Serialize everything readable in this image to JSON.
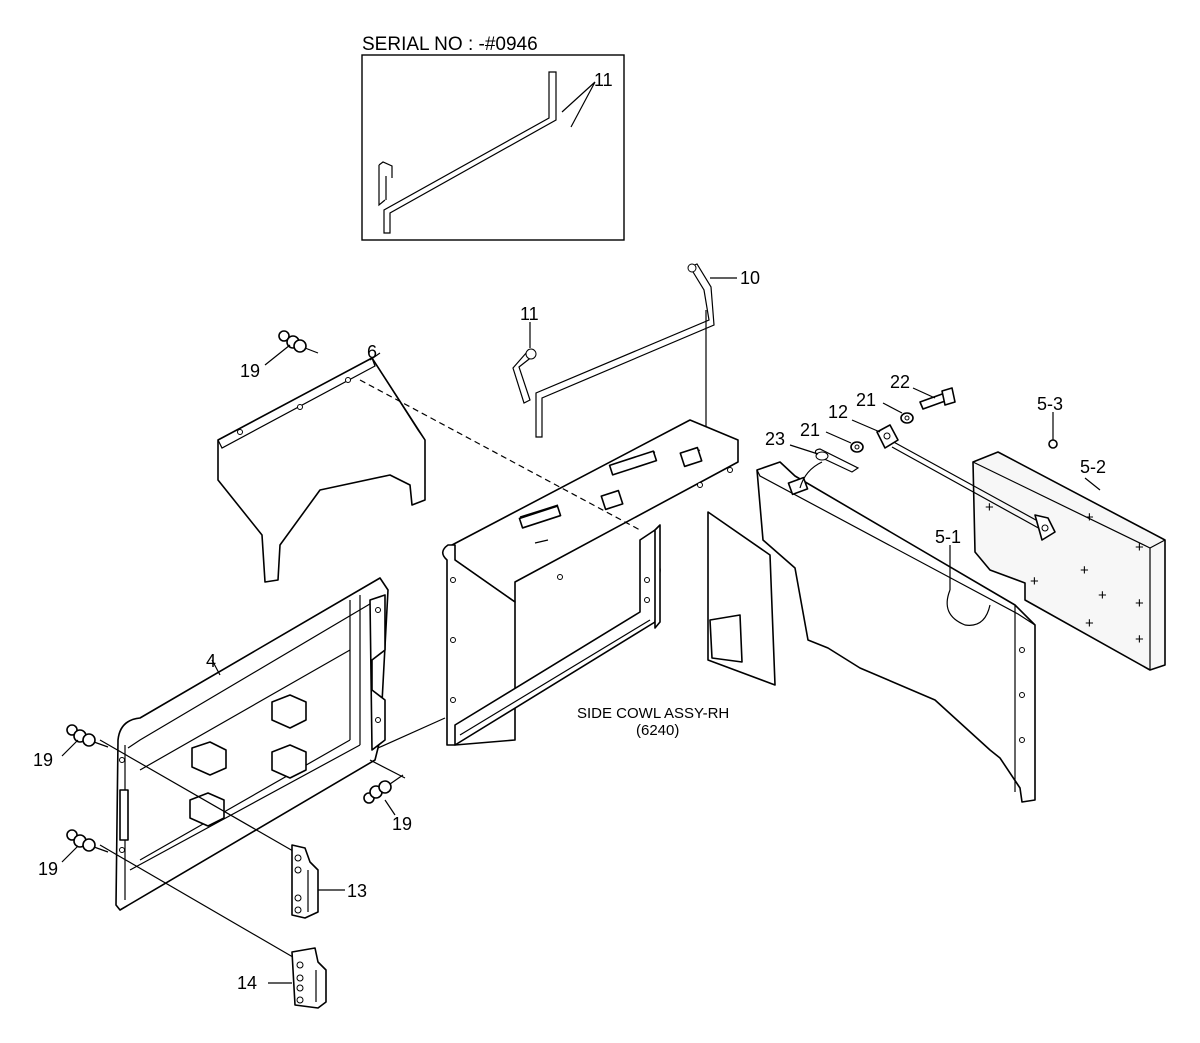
{
  "title": "SERIAL NO : -#0946",
  "assembly": {
    "name": "SIDE COWL ASSY-RH",
    "code": "(6240)"
  },
  "callouts": {
    "inset_11": "11",
    "p10": "10",
    "p11": "11",
    "p6": "6",
    "p19_top": "19",
    "p22": "22",
    "p21_top": "21",
    "p12": "12",
    "p21_low": "21",
    "p23": "23",
    "p5_3": "5-3",
    "p5_2": "5-2",
    "p5_1": "5-1",
    "p4": "4",
    "p19_left": "19",
    "p19_mid": "19",
    "p19_low": "19",
    "p13": "13",
    "p14": "14"
  }
}
